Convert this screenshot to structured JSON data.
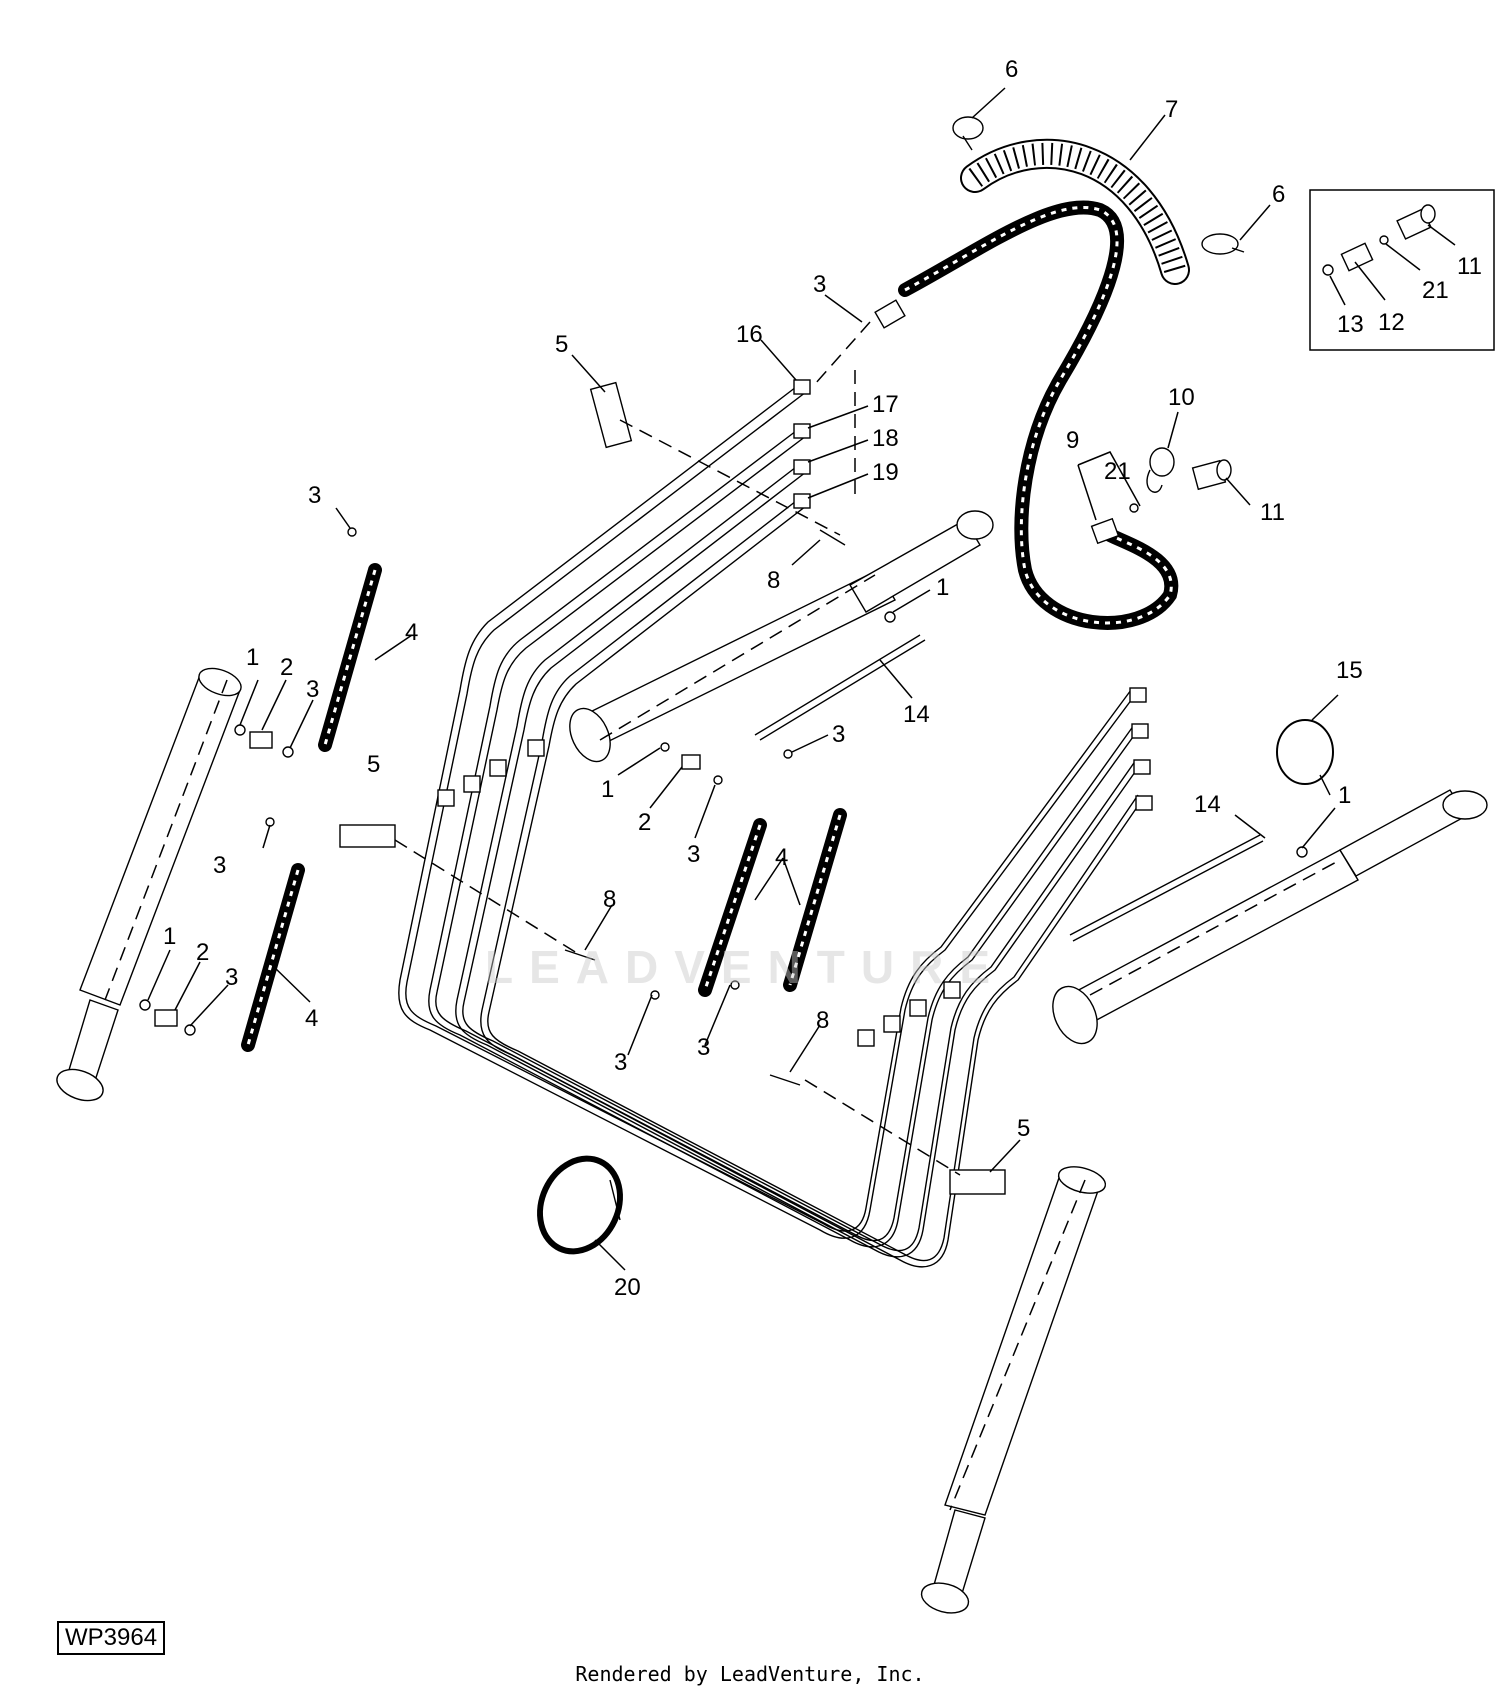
{
  "callouts": [
    {
      "id": "c6a",
      "text": "6"
    },
    {
      "id": "c7",
      "text": "7"
    },
    {
      "id": "c6b",
      "text": "6"
    },
    {
      "id": "c11a",
      "text": "11"
    },
    {
      "id": "c21a",
      "text": "21"
    },
    {
      "id": "c12",
      "text": "12"
    },
    {
      "id": "c13",
      "text": "13"
    },
    {
      "id": "c3a",
      "text": "3"
    },
    {
      "id": "c16",
      "text": "16"
    },
    {
      "id": "c5a",
      "text": "5"
    },
    {
      "id": "c17",
      "text": "17"
    },
    {
      "id": "c18",
      "text": "18"
    },
    {
      "id": "c19",
      "text": "19"
    },
    {
      "id": "c10",
      "text": "10"
    },
    {
      "id": "c9",
      "text": "9"
    },
    {
      "id": "c21b",
      "text": "21"
    },
    {
      "id": "c11b",
      "text": "11"
    },
    {
      "id": "c8a",
      "text": "8"
    },
    {
      "id": "c1a",
      "text": "1"
    },
    {
      "id": "c3b",
      "text": "3"
    },
    {
      "id": "c4a",
      "text": "4"
    },
    {
      "id": "c1b",
      "text": "1"
    },
    {
      "id": "c2a",
      "text": "2"
    },
    {
      "id": "c3c",
      "text": "3"
    },
    {
      "id": "c14a",
      "text": "14"
    },
    {
      "id": "c15",
      "text": "15"
    },
    {
      "id": "c3d",
      "text": "3"
    },
    {
      "id": "c1c",
      "text": "1"
    },
    {
      "id": "c2b",
      "text": "2"
    },
    {
      "id": "c5b",
      "text": "5"
    },
    {
      "id": "c14b",
      "text": "14"
    },
    {
      "id": "c1d",
      "text": "1"
    },
    {
      "id": "c3e",
      "text": "3"
    },
    {
      "id": "c3f",
      "text": "3"
    },
    {
      "id": "c4b",
      "text": "4"
    },
    {
      "id": "c8b",
      "text": "8"
    },
    {
      "id": "c1e",
      "text": "1"
    },
    {
      "id": "c2c",
      "text": "2"
    },
    {
      "id": "c3g",
      "text": "3"
    },
    {
      "id": "c4c",
      "text": "4"
    },
    {
      "id": "c3h",
      "text": "3"
    },
    {
      "id": "c3i",
      "text": "3"
    },
    {
      "id": "c8c",
      "text": "8"
    },
    {
      "id": "c5c",
      "text": "5"
    },
    {
      "id": "c20",
      "text": "20"
    }
  ],
  "watermark": "LEADVENTURE",
  "drawing_id": "WP3964",
  "footer": "Rendered by LeadVenture, Inc."
}
